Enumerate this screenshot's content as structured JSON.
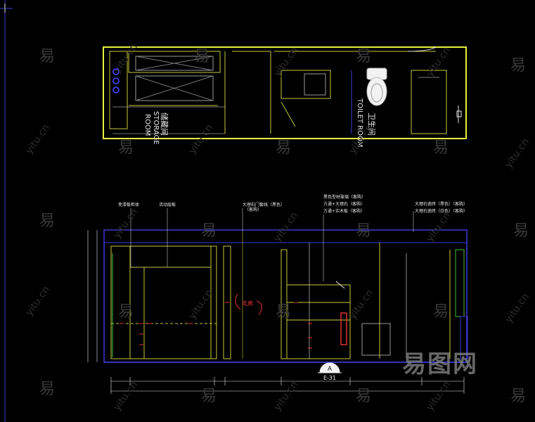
{
  "plan": {
    "storage_cn": "储藏间",
    "storage_en_1": "STORAGE",
    "storage_en_2": "ROOM",
    "toilet_cn": "卫生间",
    "toilet_en": "TOILET ROOM"
  },
  "annotations": {
    "left_1": "免漆板柜体",
    "left_2": "活动层板",
    "mid_1": "大理石门套线（黑色）",
    "mid_2": "（客购）",
    "right_a1": "黑色型材玻璃（客购）",
    "right_a2": "方通+大理石（客购）",
    "right_a3": "方通+实木板（客购）",
    "right_b1": "大理石瓷砖（黑色）（客购）",
    "right_b2": "大理石瓷砖（白色）（客购）",
    "corridor": "走廊"
  },
  "section_marker": {
    "letter": "A",
    "ref": "E-31"
  },
  "watermarks": {
    "cn": "易",
    "url": "yitu.cn",
    "logo": "易图网"
  },
  "colors": {
    "frame_yellow": "#e6f03c",
    "line_yellow": "#c8c83a",
    "wall_blue": "#3a3ad8",
    "red": "#e03030",
    "white": "#e8e8e8",
    "green": "#40c040"
  }
}
